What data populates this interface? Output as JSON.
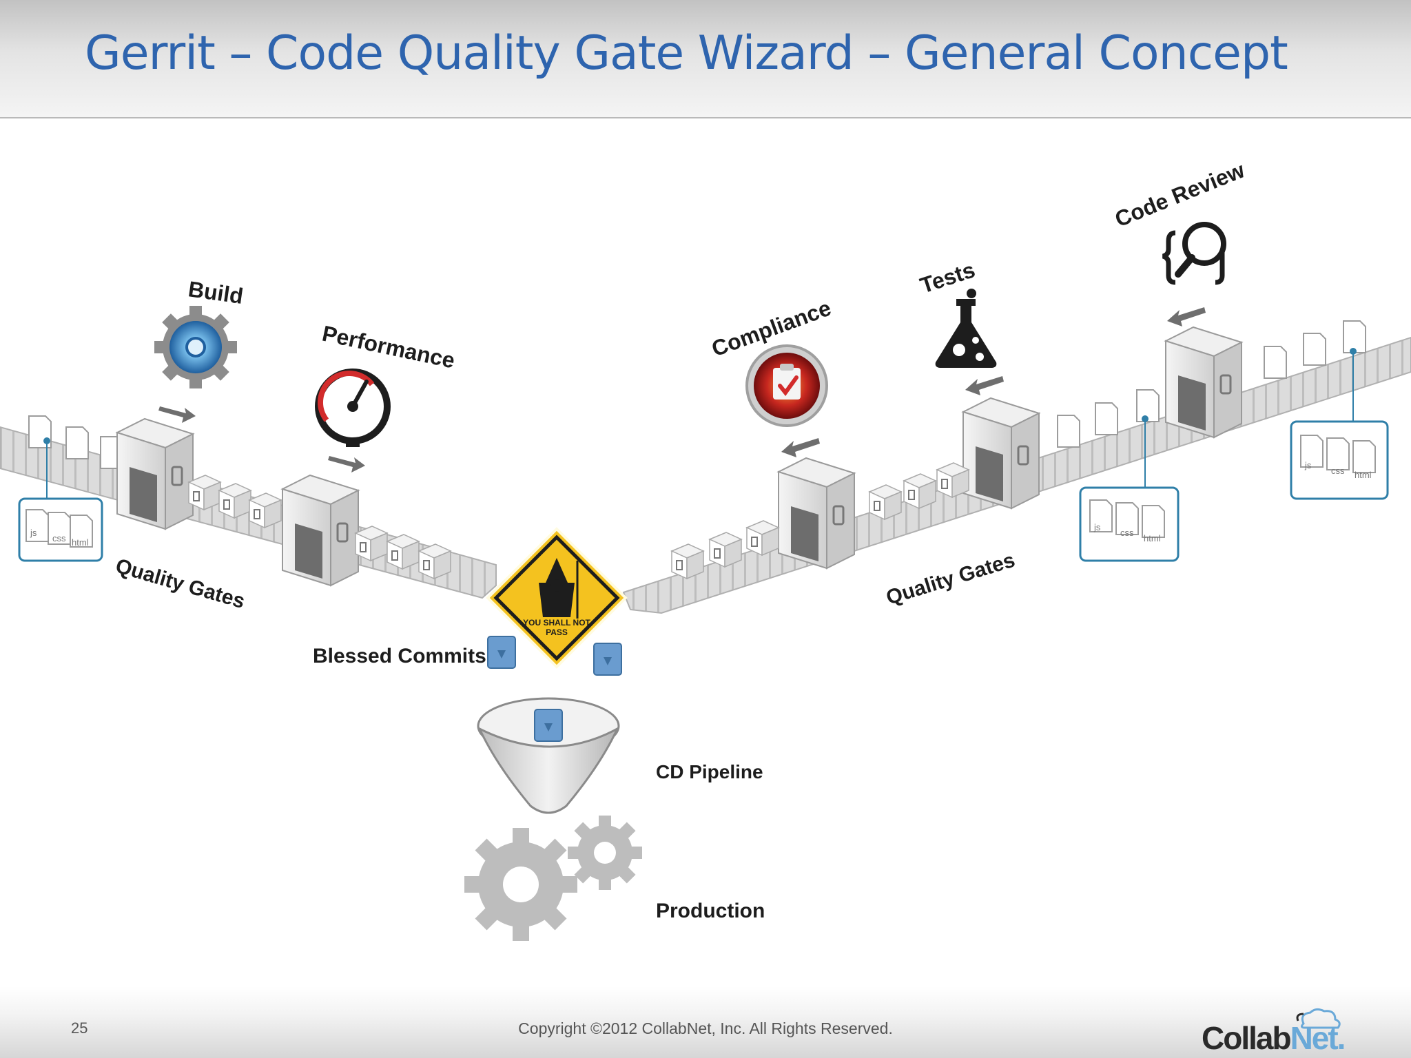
{
  "slide": {
    "title": "Gerrit – Code Quality Gate Wizard – General Concept",
    "page_number": "25",
    "copyright": "Copyright ©2012 CollabNet, Inc.  All Rights Reserved.",
    "logo_text_dark": "Collab",
    "logo_text_light": "Net."
  },
  "diagram": {
    "labels": {
      "build": "Build",
      "performance": "Performance",
      "compliance": "Compliance",
      "tests": "Tests",
      "code_review": "Code Review",
      "quality_gates_left": "Quality Gates",
      "quality_gates_right": "Quality Gates",
      "blessed_commits": "Blessed Commits",
      "cd_pipeline": "CD Pipeline",
      "production": "Production",
      "sign_line1": "YOU SHALL NOT",
      "sign_line2": "PASS"
    },
    "file_labels": {
      "js": "js",
      "css": "css",
      "html": "html"
    }
  },
  "colors": {
    "title_blue": "#2e64ae",
    "accent_blue": "#2f7fa8",
    "warning_yellow": "#f4c21f",
    "gauge_red": "#d22b2b"
  },
  "icons": [
    "gear-icon",
    "speedometer-icon",
    "clipboard-check-icon",
    "flask-icon",
    "magnifier-code-icon",
    "wizard-warning-sign-icon",
    "funnel-icon",
    "gears-icon"
  ]
}
